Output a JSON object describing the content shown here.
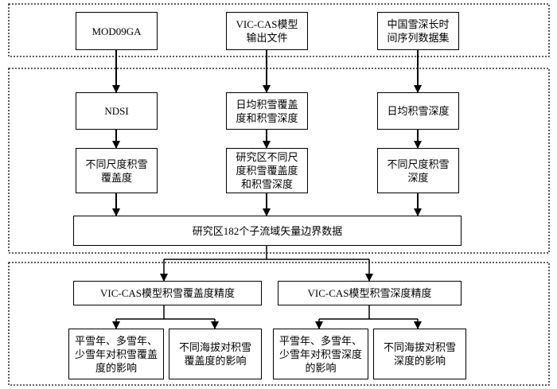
{
  "nodes": {
    "mod09ga": "MOD09GA",
    "viccas_output": "VIC-CAS模型 输出文件",
    "china_snow": "中国雪深长时 间序列数据集",
    "ndsi": "NDSI",
    "daily_cover_depth": "日均积雪覆盖 度和积雪深度",
    "daily_depth": "日均积雪深度",
    "scale_cover": "不同尺度积雪 覆盖度",
    "study_scale": "研究区不同尺 度积雪覆盖度 和积雪深度",
    "scale_depth": "不同尺度积雪 深度",
    "basin_data": "研究区182个子流域矢量边界数据",
    "cover_accuracy": "VIC-CAS模型积雪覆盖度精度",
    "depth_accuracy": "VIC-CAS模型积雪深度精度",
    "cover_year_effect": "平雪年、多雪年、 少雪年对积雪覆盖 度的影响",
    "cover_alt_effect": "不同海拔对积雪 覆盖度的影响",
    "depth_year_effect": "平雪年、多雪年、 少雪年对积雪深度 的影响",
    "depth_alt_effect": "不同海拔对积雪 深度的影响"
  }
}
